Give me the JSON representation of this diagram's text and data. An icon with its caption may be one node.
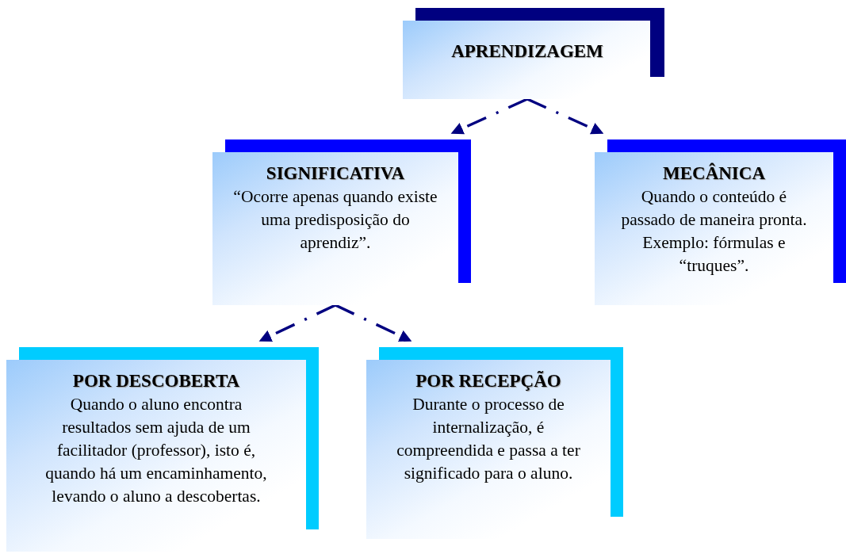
{
  "diagram": {
    "nodes": [
      {
        "text": [
          "APRENDIZAGEM"
        ]
      },
      {
        "text": [
          "SIGNIFICATIVA",
          "“Ocorre apenas quando existe uma predisposição do aprendiz”."
        ]
      },
      {
        "text": [
          "MECÂNICA",
          "Quando o conteúdo é passado de maneira pronta. Exemplo: fórmulas e “truques”."
        ]
      },
      {
        "text": [
          "POR DESCOBERTA",
          "Quando o aluno encontra resultados sem ajuda de um facilitador (professor), isto é, quando há um encaminhamento, levando o aluno a descobertas."
        ]
      },
      {
        "text": [
          "POR RECEPÇÃO",
          "Durante o processo de internalização, é compreendida e passa a ter significado para o aluno."
        ]
      }
    ],
    "edges": [
      {
        "from": 0,
        "to": 1,
        "arrow": "to",
        "style": "dashed"
      },
      {
        "from": 0,
        "to": 2,
        "arrow": "to",
        "style": "dashed"
      },
      {
        "from": 1,
        "to": 3,
        "arrow": "to",
        "style": "dashed"
      },
      {
        "from": 1,
        "to": 4,
        "arrow": "to",
        "style": "dashed"
      }
    ]
  }
}
